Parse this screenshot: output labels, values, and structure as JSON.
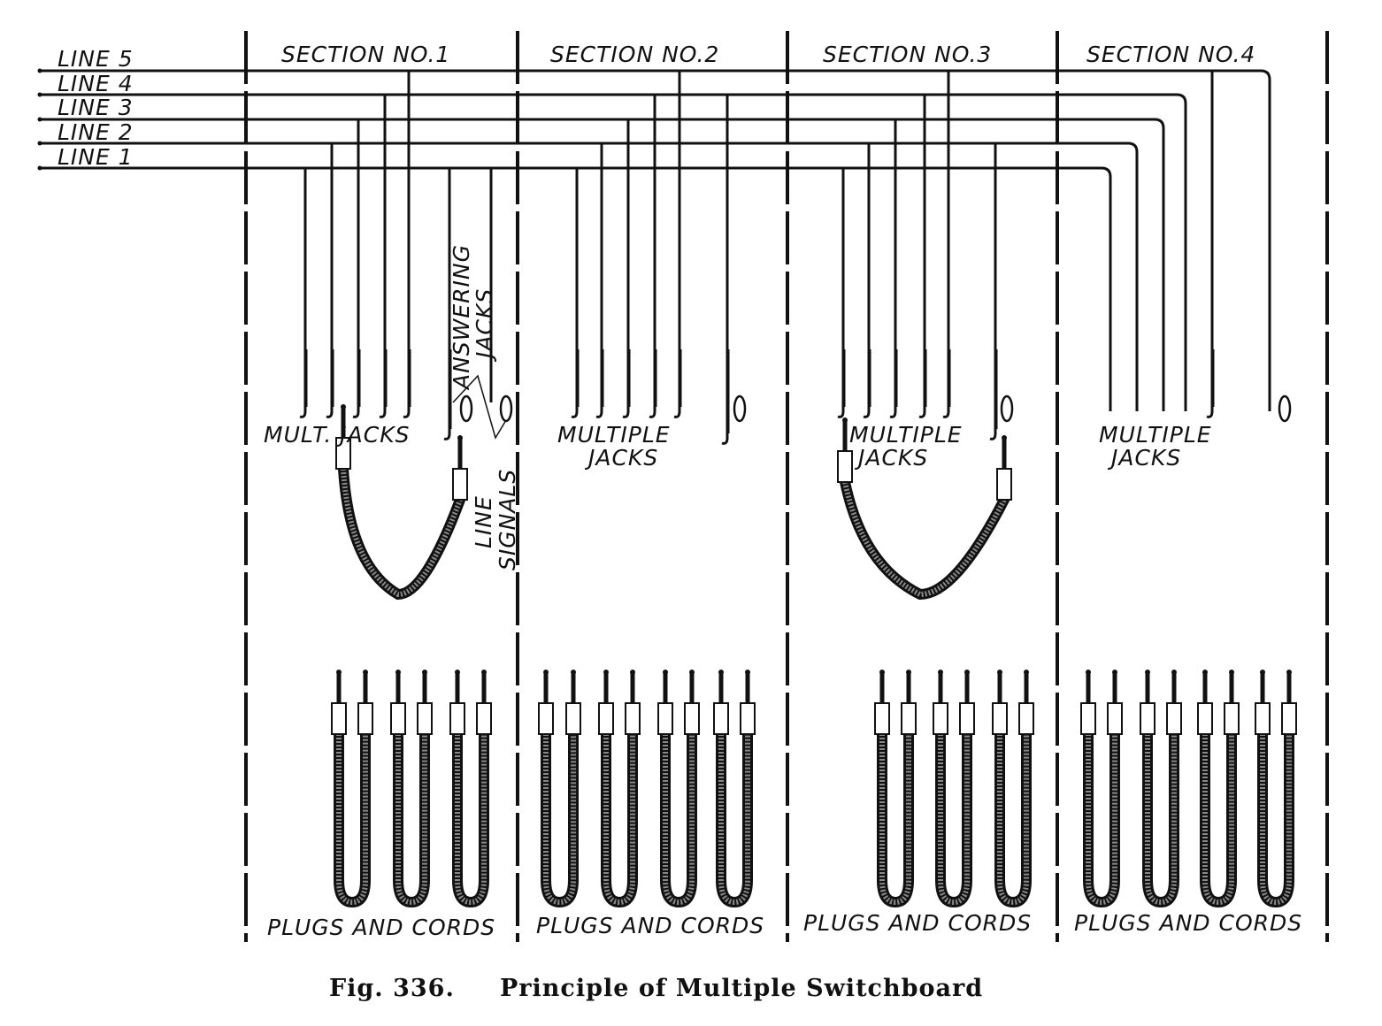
{
  "lines": [
    "LINE 5",
    "LINE 4",
    "LINE 3",
    "LINE 2",
    "LINE 1"
  ],
  "sections": [
    "SECTION NO.1",
    "SECTION NO.2",
    "SECTION NO.3",
    "SECTION NO.4"
  ],
  "labels": {
    "mult_jacks": "MULT. JACKS",
    "multiple": "MULTIPLE",
    "jacks": "JACKS",
    "answering": "ANSWERING",
    "answering_jacks": "JACKS",
    "line": "LINE",
    "signals": "SIGNALS",
    "plugs_and_cords": "PLUGS AND CORDS"
  },
  "caption": {
    "fig": "Fig. 336.",
    "title": "Principle of Multiple Switchboard"
  }
}
